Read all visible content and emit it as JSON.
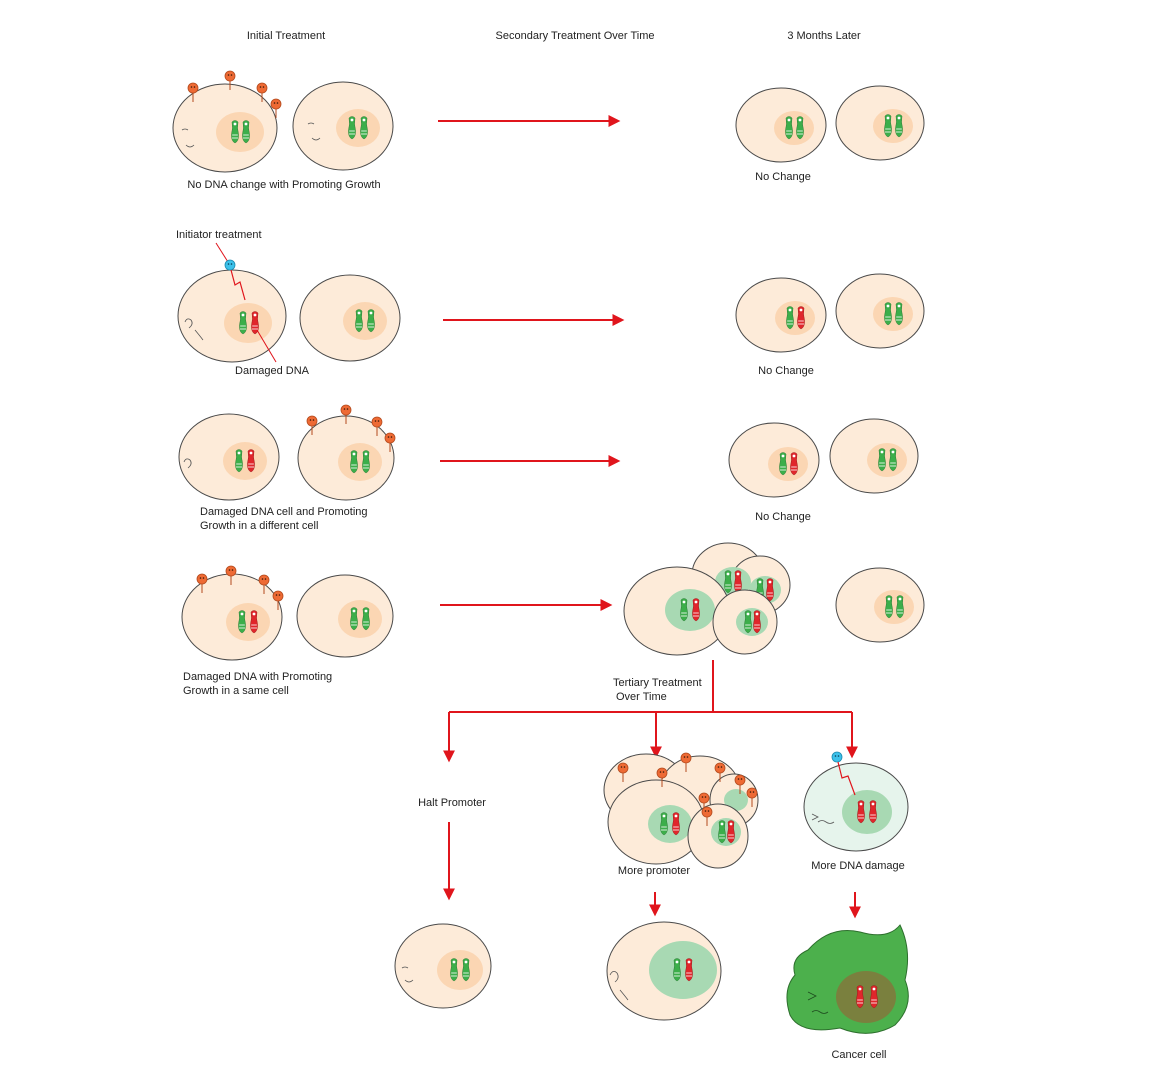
{
  "headers": {
    "initial": "Initial Treatment",
    "secondary": "Secondary Treatment Over Time",
    "later": "3 Months Later"
  },
  "captions": {
    "row1_left": "No DNA change with Promoting Growth",
    "row1_right": "No Change",
    "initiator": "Initiator treatment",
    "damaged_dna": "Damaged DNA",
    "row2_right": "No Change",
    "row3_left_line1": "Damaged DNA cell and Promoting",
    "row3_left_line2": "Growth in a different cell",
    "row3_right": "No Change",
    "row4_left_line1": "Damaged DNA with Promoting",
    "row4_left_line2": "Growth in a same cell",
    "tertiary_line1": "Tertiary Treatment",
    "tertiary_line2": "Over Time",
    "halt_promoter": "Halt Promoter",
    "more_promoter": "More promoter",
    "more_dna_damage": "More DNA damage",
    "cancer_cell": "Cancer cell"
  },
  "colors": {
    "cell_fill": "#fdebd9",
    "cell_stroke": "#4a4a4a",
    "nucleus": "#fbd6b3",
    "nucleus_active": "#a8d9b3",
    "chromosome_healthy": "#3cae4a",
    "chromosome_damaged": "#e0262b",
    "arrow": "#e0151c",
    "promoter": "#ee6a34",
    "initiator": "#3cc1ea",
    "cancer_fill": "#4cb04c"
  }
}
